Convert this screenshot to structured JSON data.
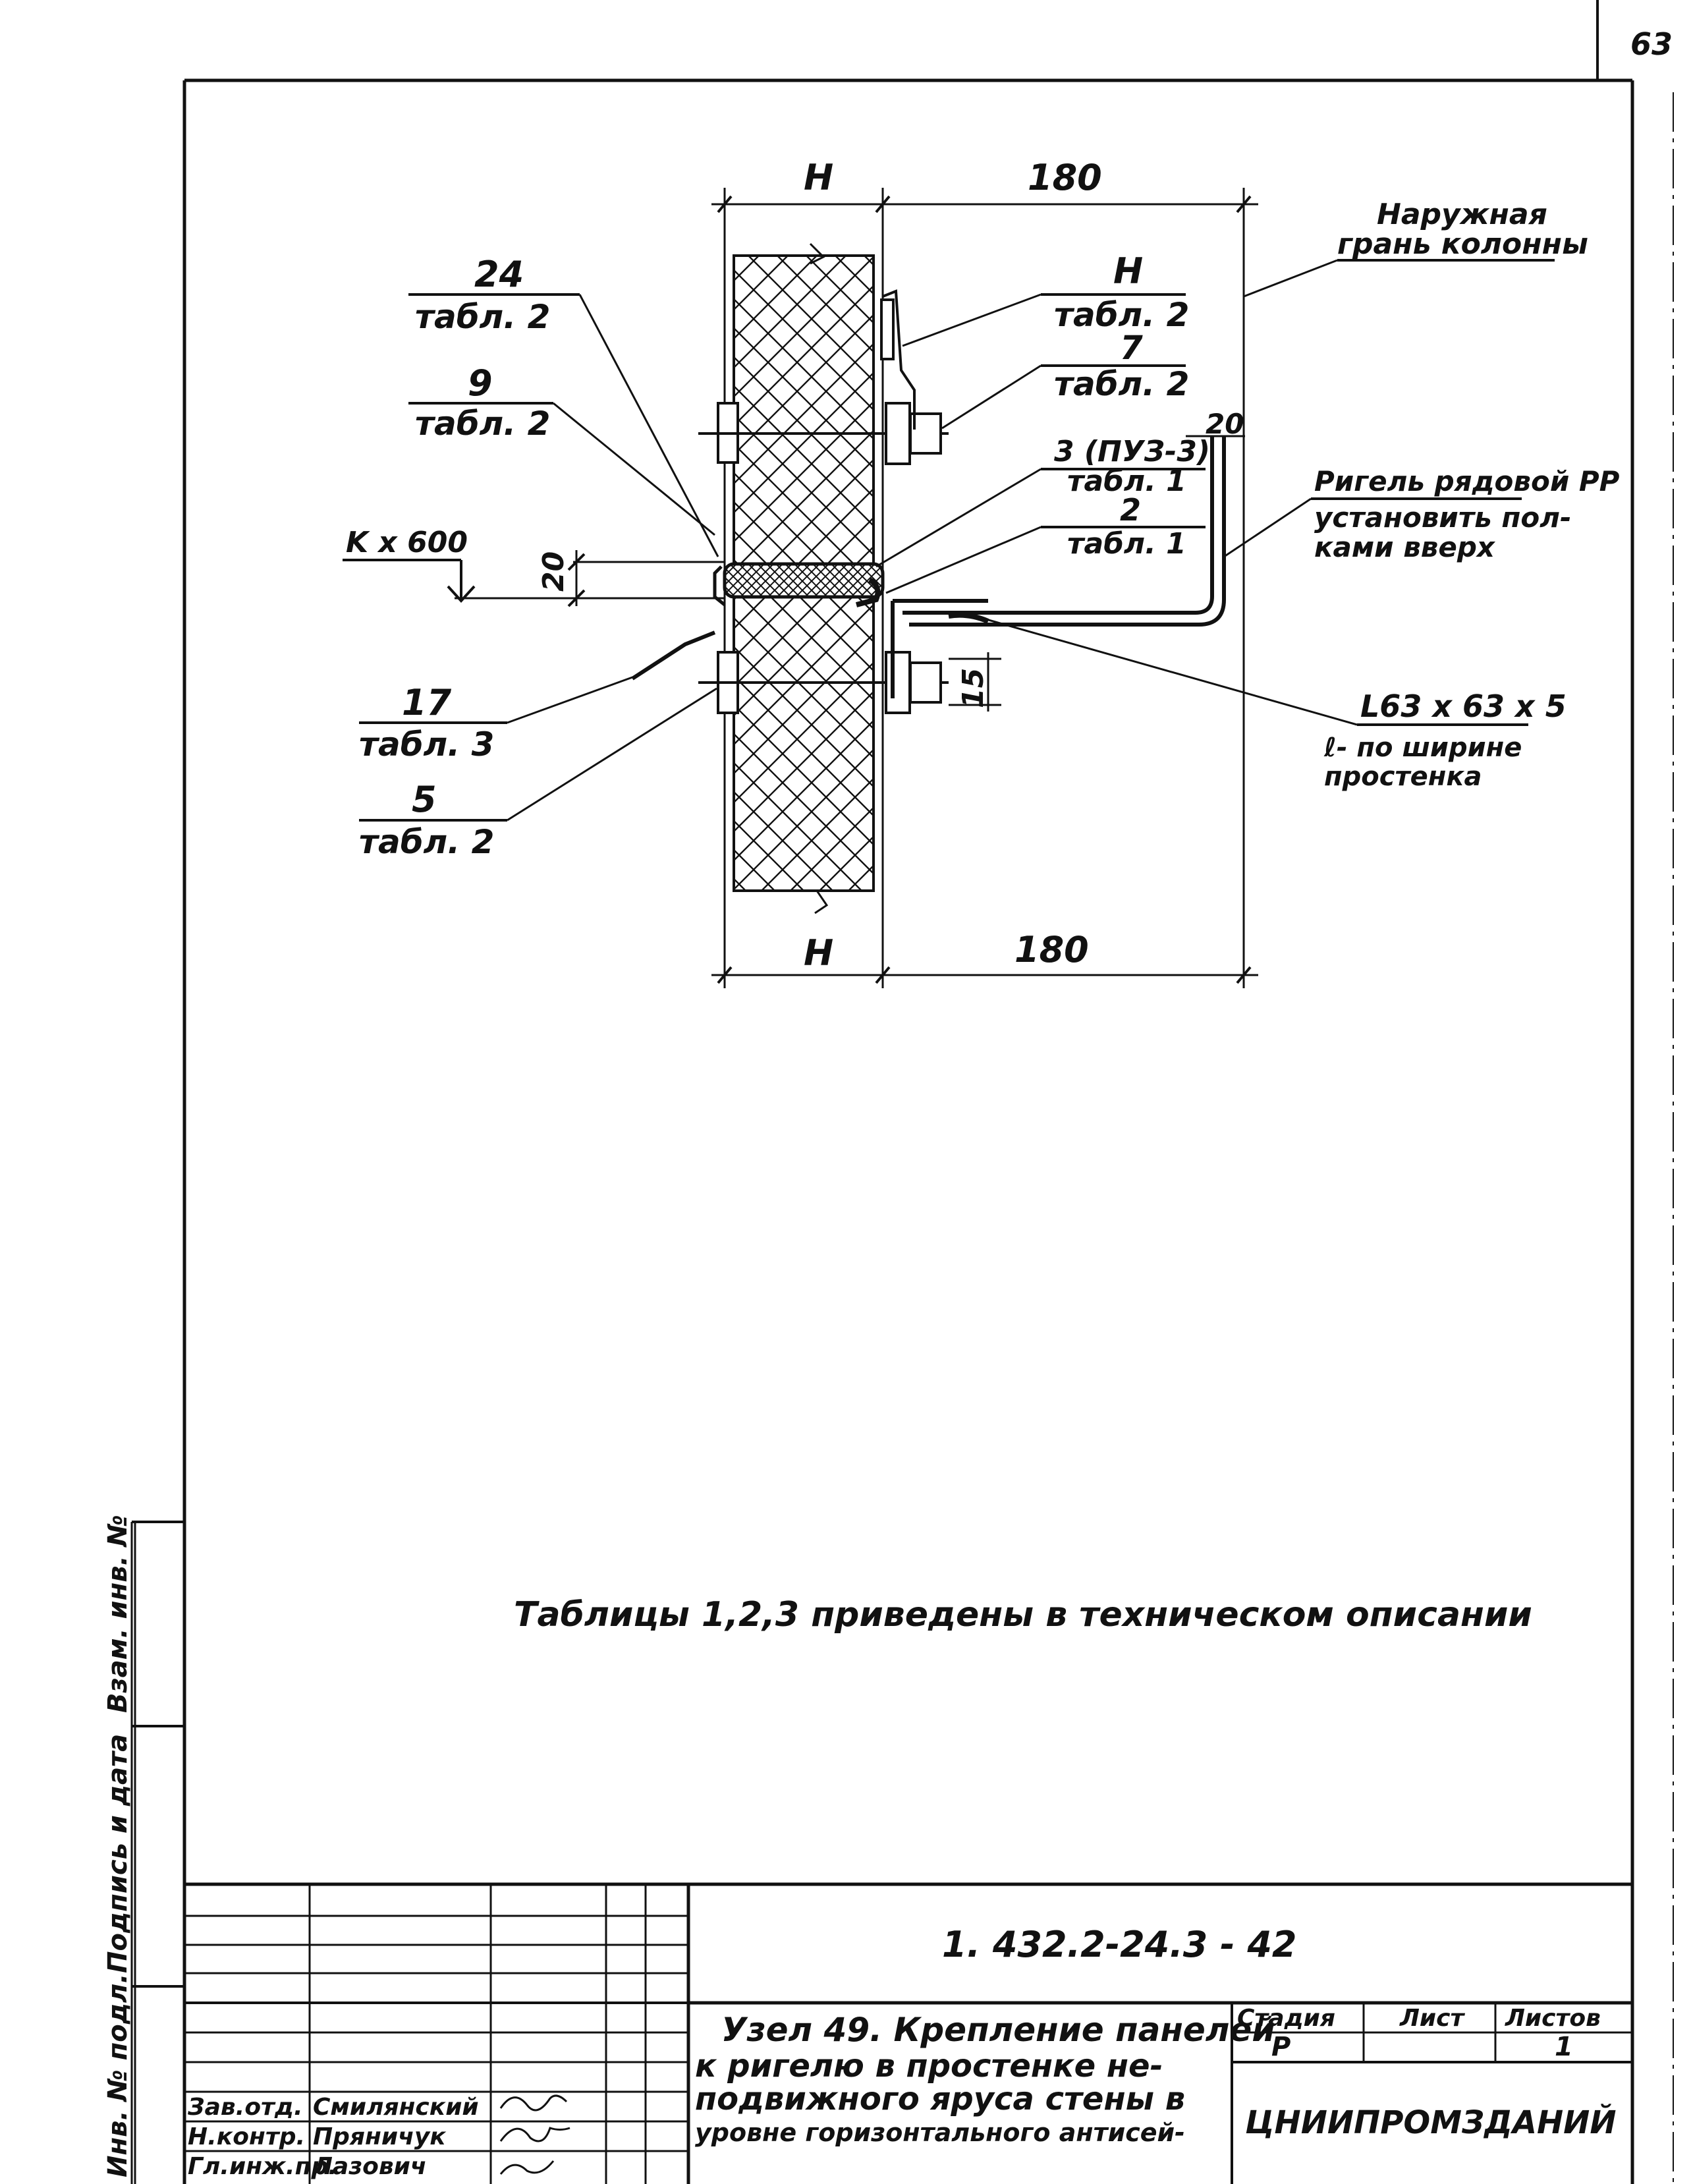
{
  "page_number": "63",
  "drawing": {
    "dim_H_top": "H",
    "dim_180_top": "180",
    "dim_H_bottom": "H",
    "dim_180_bottom": "180",
    "dim_20_left": "20",
    "dim_20_right": "20",
    "dim_15": "15",
    "level_mark": "K x 600",
    "column_face_label_1": "Наружная",
    "column_face_label_2": "грань колонны",
    "labels": [
      {
        "num": "24",
        "ref": "табл. 2"
      },
      {
        "num": "9",
        "ref": "табл. 2"
      },
      {
        "num": "17",
        "ref": "табл. 3"
      },
      {
        "num": "5",
        "ref": "табл. 2"
      },
      {
        "num": "H",
        "ref": "табл. 2"
      },
      {
        "num": "7",
        "ref": "табл. 2"
      },
      {
        "num": "3 (ПУЗ-3)",
        "ref": "табл. 1"
      },
      {
        "num": "2",
        "ref": "табл. 1"
      }
    ],
    "rigel_label_1": "Ригель рядовой РР",
    "rigel_label_2": "установить пол-",
    "rigel_label_3": "ками вверх",
    "angle_label_1": "L63 x 63 x 5",
    "angle_label_2": "ℓ- по ширине",
    "angle_label_3": "простенка"
  },
  "note": "Таблицы 1,2,3 приведены в техническом описании",
  "side_stamp": {
    "cell_1": "Инв. № подл.",
    "cell_2": "Подпись и дата",
    "cell_3": "Взам. инв. №"
  },
  "title_block": {
    "code": "1. 432.2-24.3 - 42",
    "title_1": "Узел 49. Крепление панелей",
    "title_2": "к ригелю в простенке не-",
    "title_3": "подвижного яруса стены в",
    "title_4": "уровне горизонтального антисей-",
    "stage_header": "Стадия",
    "sheet_header": "Лист",
    "sheets_header": "Листов",
    "stage_value": "Р",
    "sheets_value": "1",
    "organization": "ЦНИИПРОМЗДАНИЙ",
    "staff": [
      {
        "role": "Зав.отд.",
        "name": "Смилянский"
      },
      {
        "role": "Н.контр.",
        "name": "Пряничук"
      },
      {
        "role": "Гл.инж.пр.",
        "name": "Лазович"
      }
    ]
  }
}
